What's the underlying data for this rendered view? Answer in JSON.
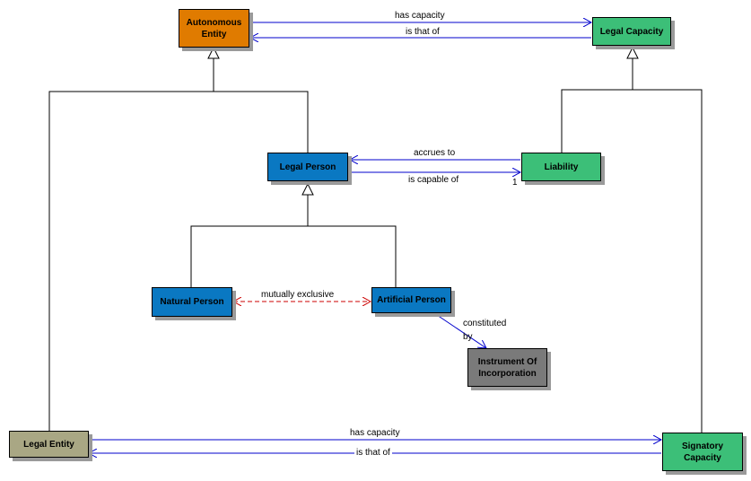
{
  "colors": {
    "orange": "#e07b00",
    "green": "#3cbf78",
    "blue": "#0a78c2",
    "gray": "#7a7a7a",
    "khaki": "#a9a784",
    "assoc_line": "#0000cc",
    "exclusive_line": "#cc0000",
    "generalization_line": "#000000"
  },
  "classes": {
    "autonomous_entity": "Autonomous\nEntity",
    "legal_capacity": "Legal Capacity",
    "legal_person": "Legal Person",
    "liability": "Liability",
    "natural_person": "Natural Person",
    "artificial_person": "Artificial Person",
    "instrument_of_incorporation": "Instrument Of\nIncorporation",
    "legal_entity": "Legal Entity",
    "signatory_capacity": "Signatory\nCapacity"
  },
  "associations": {
    "ae_has_capacity": "has capacity",
    "lc_is_that_of": "is that of",
    "liability_accrues_to": "accrues to",
    "lp_is_capable_of": "is capable of",
    "lp_multiplicity": "1",
    "mutually_exclusive": "mutually exclusive",
    "constituted_by": "constituted\nby",
    "le_has_capacity": "has capacity",
    "sc_is_that_of": "is that of"
  }
}
